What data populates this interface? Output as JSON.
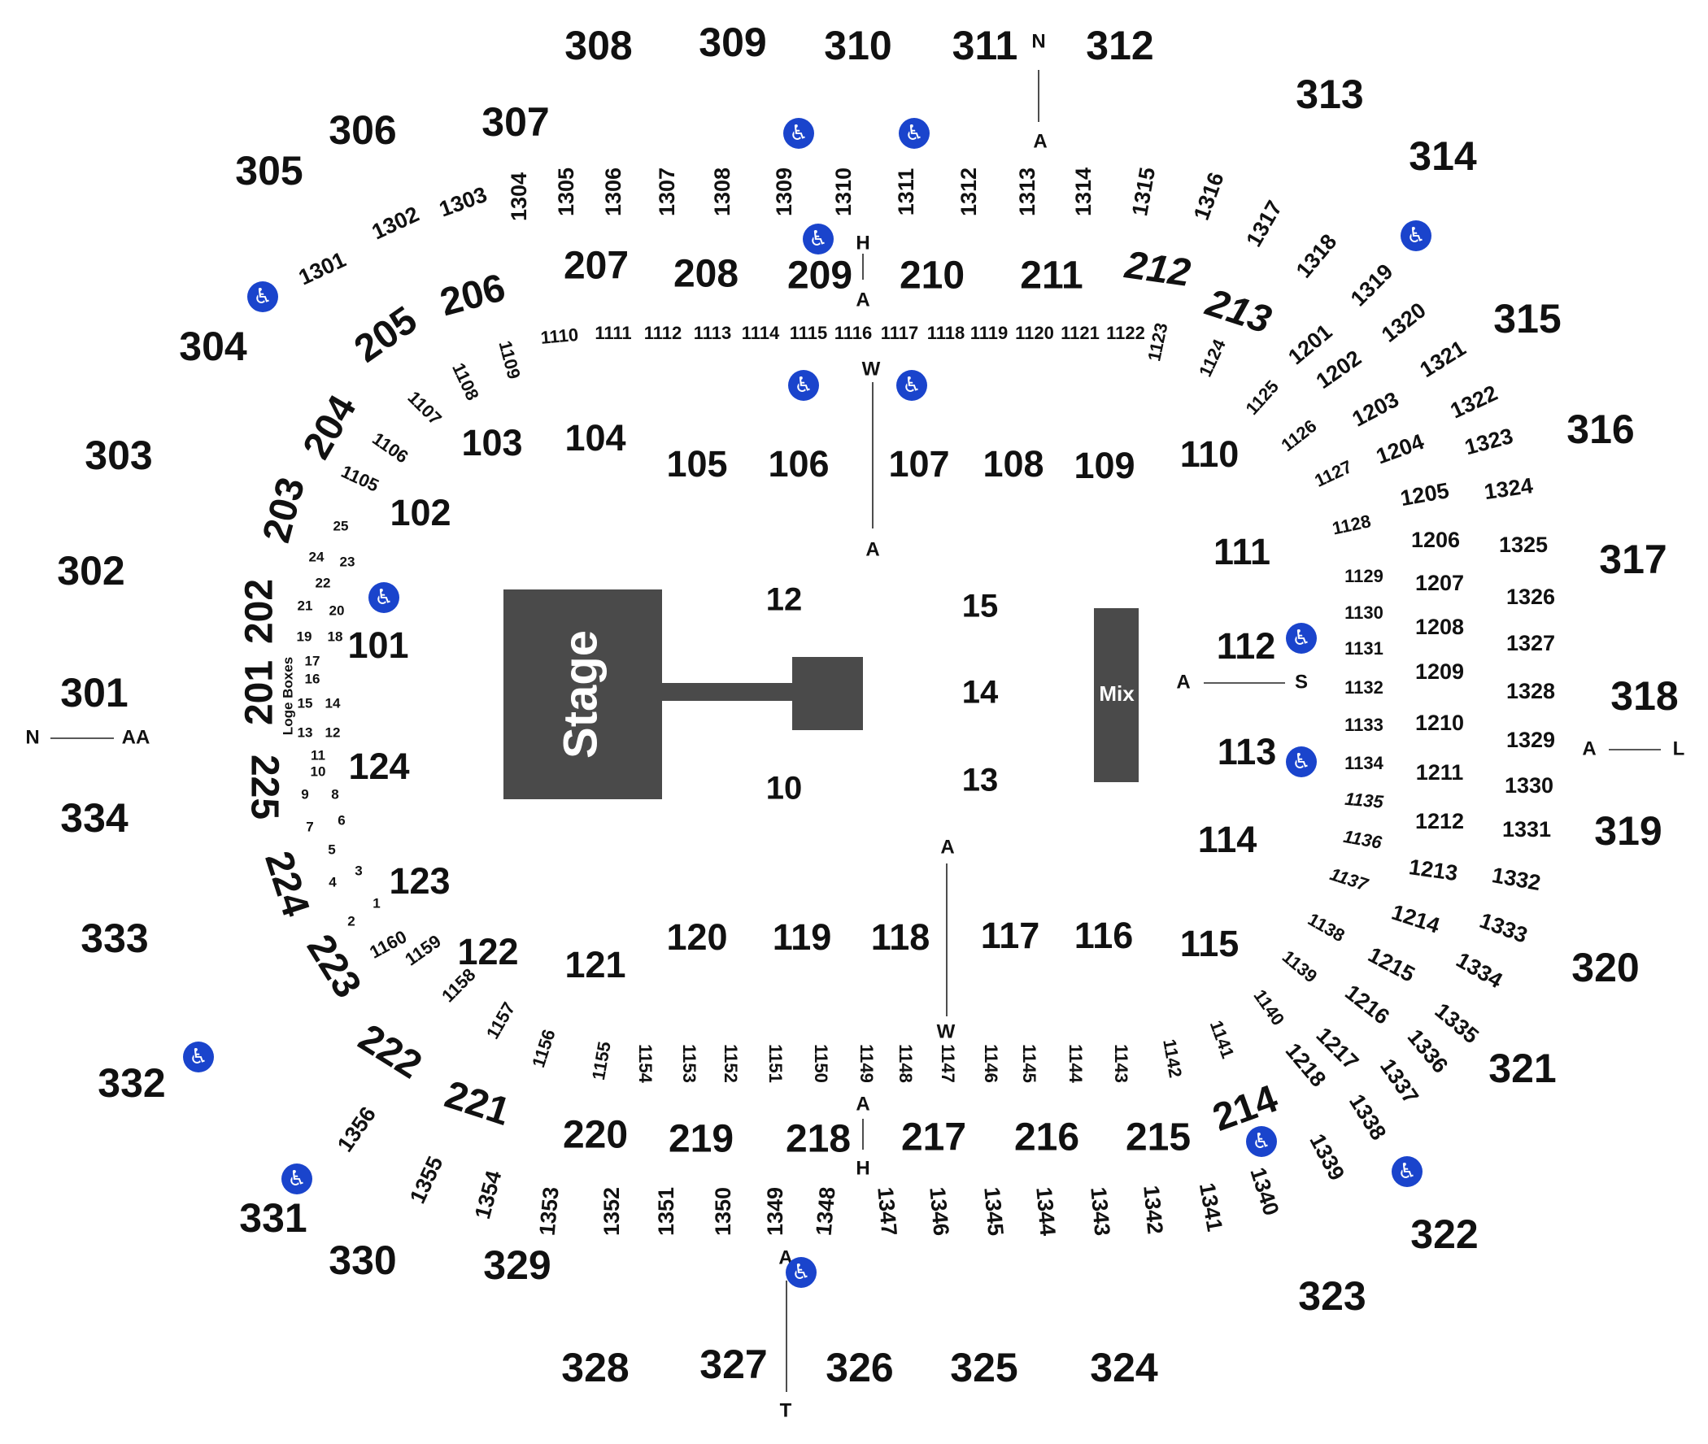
{
  "stage_label": "Stage",
  "mix_label": "Mix",
  "loge_label": "Loge Boxes",
  "accessibility_icon": "wheelchair-icon",
  "colors": {
    "stage": "#4a4a4a",
    "accessible": "#1a44cc",
    "text": "#111111"
  },
  "sections_300": [
    "301",
    "302",
    "303",
    "304",
    "305",
    "306",
    "307",
    "308",
    "309",
    "310",
    "311",
    "312",
    "313",
    "314",
    "315",
    "316",
    "317",
    "318",
    "319",
    "320",
    "321",
    "322",
    "323",
    "324",
    "325",
    "326",
    "327",
    "328",
    "329",
    "330",
    "331",
    "332",
    "333",
    "334"
  ],
  "sections_200": [
    "201",
    "202",
    "203",
    "204",
    "205",
    "206",
    "207",
    "208",
    "209",
    "210",
    "211",
    "212",
    "213",
    "214",
    "215",
    "216",
    "217",
    "218",
    "219",
    "220",
    "221",
    "222",
    "223",
    "224",
    "225"
  ],
  "sections_100": [
    "101",
    "102",
    "103",
    "104",
    "105",
    "106",
    "107",
    "108",
    "109",
    "110",
    "111",
    "112",
    "113",
    "114",
    "115",
    "116",
    "117",
    "118",
    "119",
    "120",
    "121",
    "122",
    "123",
    "124"
  ],
  "floor_sections": [
    "10",
    "12",
    "13",
    "14",
    "15"
  ],
  "suites_1100": [
    "1105",
    "1106",
    "1107",
    "1108",
    "1109",
    "1110",
    "1111",
    "1112",
    "1113",
    "1114",
    "1115",
    "1116",
    "1117",
    "1118",
    "1119",
    "1120",
    "1121",
    "1122",
    "1123",
    "1124",
    "1125",
    "1126",
    "1127",
    "1128",
    "1129",
    "1130",
    "1131",
    "1132",
    "1133",
    "1134",
    "1135",
    "1136",
    "1137",
    "1138",
    "1139",
    "1140",
    "1141",
    "1142",
    "1143",
    "1144",
    "1145",
    "1146",
    "1147",
    "1148",
    "1149",
    "1150",
    "1151",
    "1152",
    "1153",
    "1154",
    "1155",
    "1156",
    "1157",
    "1158",
    "1159",
    "1160"
  ],
  "suites_1200": [
    "1201",
    "1202",
    "1203",
    "1204",
    "1205",
    "1206",
    "1207",
    "1208",
    "1209",
    "1210",
    "1211",
    "1212",
    "1213",
    "1214",
    "1215",
    "1216",
    "1217",
    "1218"
  ],
  "suites_1300": [
    "1301",
    "1302",
    "1303",
    "1304",
    "1305",
    "1306",
    "1307",
    "1308",
    "1309",
    "1310",
    "1311",
    "1312",
    "1313",
    "1314",
    "1315",
    "1316",
    "1317",
    "1318",
    "1319",
    "1320",
    "1321",
    "1322",
    "1323",
    "1324",
    "1325",
    "1326",
    "1327",
    "1328",
    "1329",
    "1330",
    "1331",
    "1332",
    "1333",
    "1334",
    "1335",
    "1336",
    "1337",
    "1338",
    "1339",
    "1340",
    "1341",
    "1342",
    "1343",
    "1344",
    "1345",
    "1346",
    "1347",
    "1348",
    "1349",
    "1350",
    "1351",
    "1352",
    "1353",
    "1354",
    "1355",
    "1356"
  ],
  "loge_boxes": [
    "1",
    "2",
    "3",
    "4",
    "5",
    "6",
    "7",
    "8",
    "9",
    "10",
    "11",
    "12",
    "13",
    "14",
    "15",
    "16",
    "17",
    "18",
    "19",
    "20",
    "21",
    "22",
    "23",
    "24",
    "25"
  ],
  "row_labels": [
    "N",
    "A",
    "H",
    "A",
    "W",
    "A",
    "A",
    "S",
    "A",
    "L",
    "A",
    "W",
    "A",
    "H",
    "A",
    "T",
    "N",
    "AA"
  ]
}
